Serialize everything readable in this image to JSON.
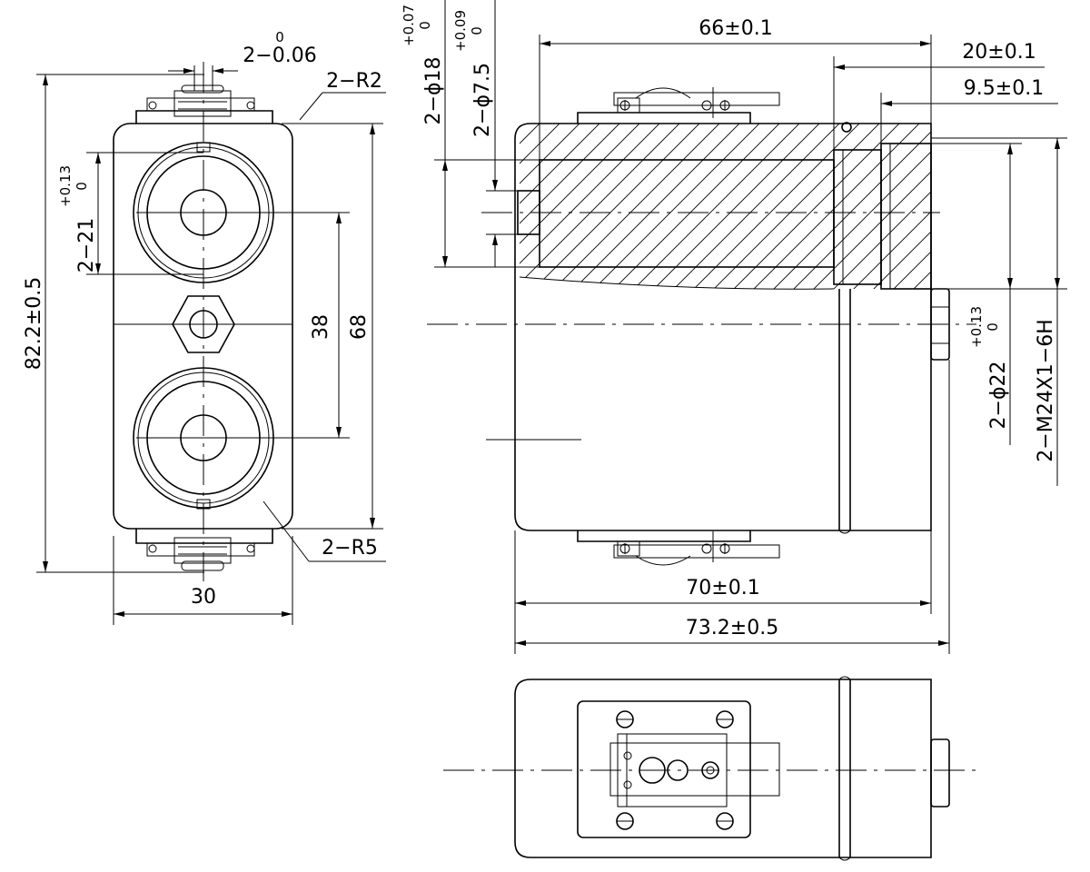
{
  "dimensions": {
    "side_height": "82.2±0.5",
    "top_tol_upper": "0",
    "top_tol_text": "2−0.06",
    "radius_top": "2−R2",
    "radius_bottom": "2−R5",
    "bore_dia": "2−21",
    "bore_tol_upper": "+0.13",
    "bore_tol_lower": "0",
    "pitch_38": "38",
    "pitch_68": "68",
    "width_30": "30",
    "dia_18": "2−ϕ18",
    "dia_18_tol_upper": "+0.07",
    "dia_18_tol_lower": "0",
    "dia_7_5": "2−ϕ7.5",
    "dia_7_5_tol_upper": "+0.09",
    "dia_7_5_tol_lower": "0",
    "len_66": "66±0.1",
    "len_20": "20±0.1",
    "len_9_5": "9.5±0.1",
    "dia_22": "2−ϕ22",
    "dia_22_tol_upper": "+0.13",
    "dia_22_tol_lower": "0",
    "thread": "2−M24X1−6H",
    "len_70": "70±0.1",
    "len_73_2": "73.2±0.5"
  }
}
